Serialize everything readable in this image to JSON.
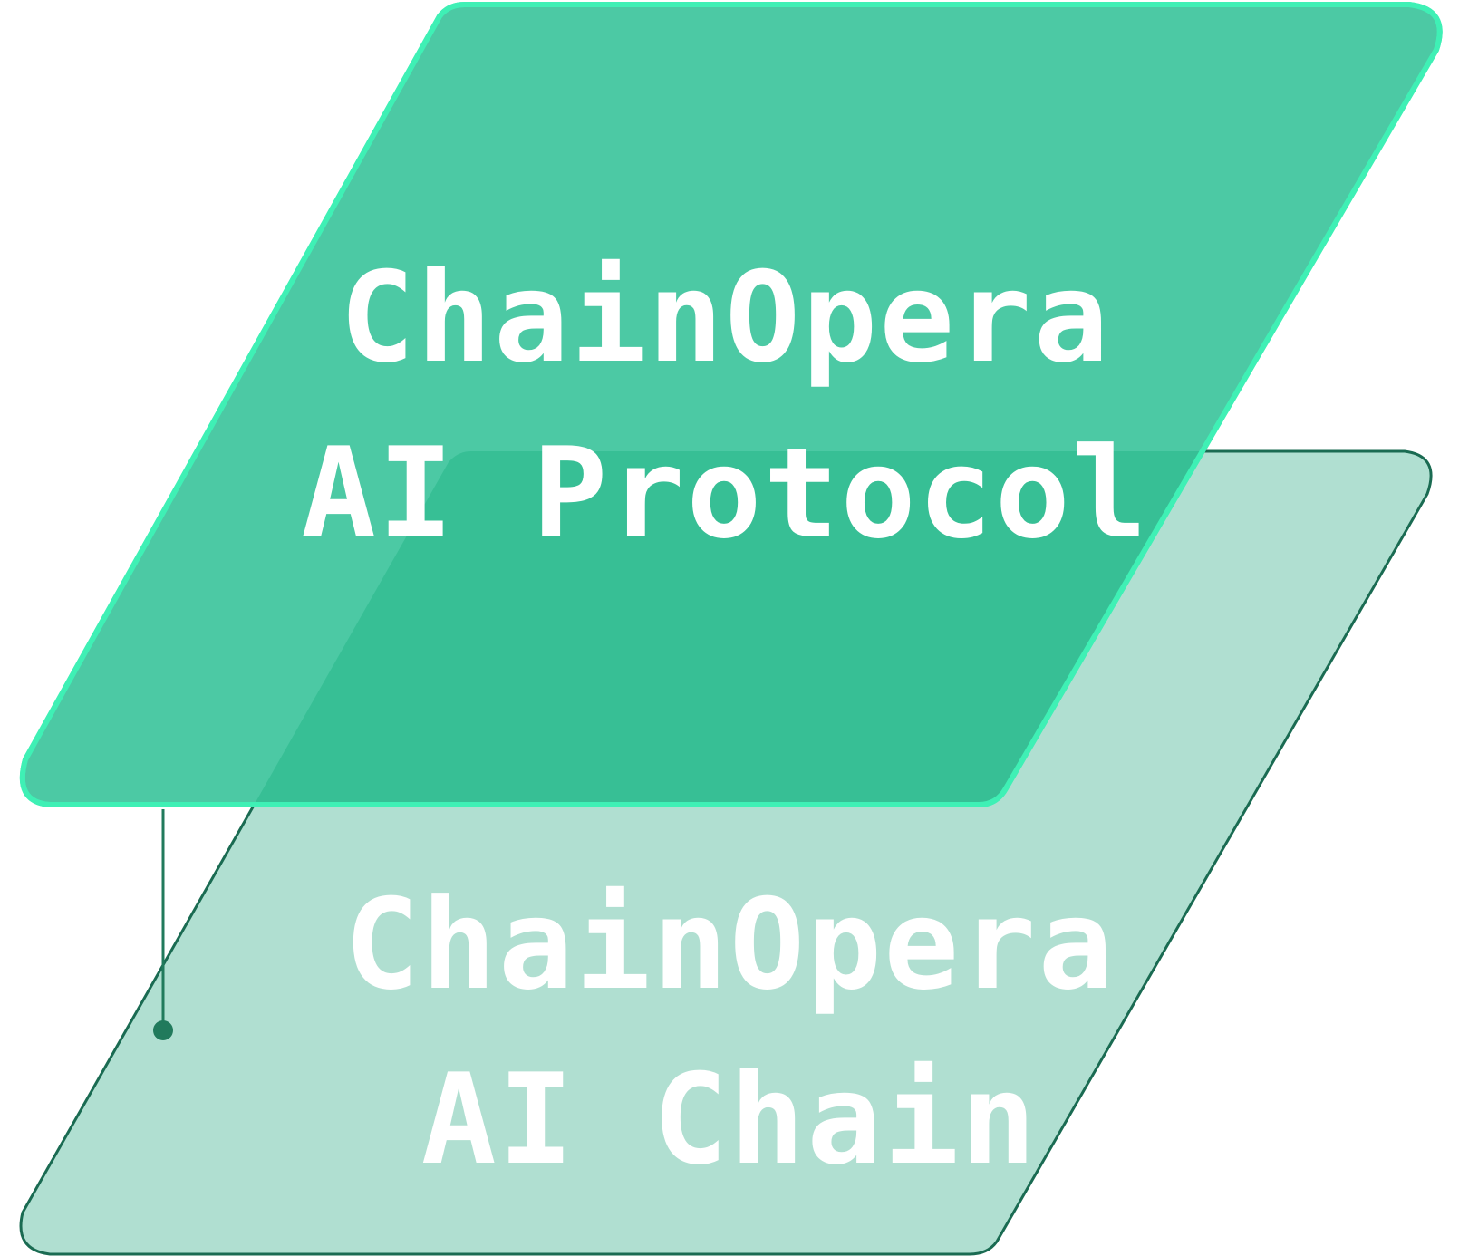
{
  "layers": [
    {
      "id": "protocol",
      "line1": "ChainOpera",
      "line2": "AI Protocol"
    },
    {
      "id": "chain",
      "line1": "ChainOpera",
      "line2": "AI Chain"
    }
  ],
  "colors": {
    "background": "#ffffff",
    "top_fill": "#4cc9a4",
    "top_stroke": "#3ff0b5",
    "overlap_fill": "#37bf95",
    "bottom_fill": "#b0dfd1",
    "bottom_stroke": "#1a6b52",
    "connector": "#217a5c",
    "text": "#ffffff"
  }
}
